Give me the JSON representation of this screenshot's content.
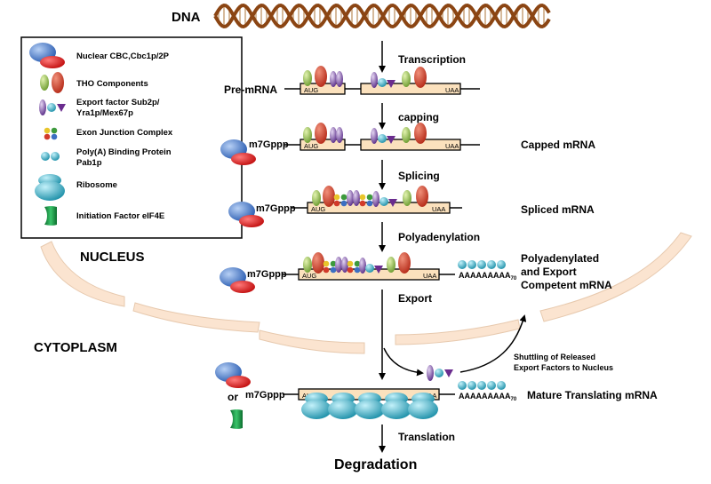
{
  "header": {
    "dna_label": "DNA"
  },
  "legend": {
    "items": [
      {
        "icon": "cbc-icon",
        "label_lines": [
          "Nuclear CBC,Cbc1p/2P"
        ]
      },
      {
        "icon": "tho-icon",
        "label_lines": [
          "THO Components"
        ]
      },
      {
        "icon": "export-factor-icon",
        "label_lines": [
          "Export factor Sub2p/",
          "Yra1p/Mex67p"
        ]
      },
      {
        "icon": "ejc-icon",
        "label_lines": [
          "Exon Junction Complex"
        ]
      },
      {
        "icon": "pab-icon",
        "label_lines": [
          "Poly(A) Binding Protein",
          "Pab1p"
        ]
      },
      {
        "icon": "ribosome-icon",
        "label_lines": [
          "Ribosome"
        ]
      },
      {
        "icon": "eif4e-icon",
        "label_lines": [
          "Initiation Factor eIF4E"
        ]
      }
    ]
  },
  "regions": {
    "nucleus": "NUCLEUS",
    "cytoplasm": "CYTOPLASM"
  },
  "steps": {
    "transcription": "Transcription",
    "capping": "capping",
    "splicing": "Splicing",
    "polyadenylation": "Polyadenylation",
    "export": "Export",
    "translation": "Translation",
    "degradation": "Degradation"
  },
  "rows": {
    "pre_mrna": {
      "left": "Pre-mRNA",
      "aug": "AUG",
      "uaa": "UAA"
    },
    "capped": {
      "cap": "m7Gppp",
      "aug": "AUG",
      "uaa": "UAA",
      "right": "Capped mRNA"
    },
    "spliced": {
      "cap": "m7Gppp",
      "aug": "AUG",
      "uaa": "UAA",
      "right": "Spliced mRNA"
    },
    "polyadenylated": {
      "cap": "m7Gppp",
      "aug": "AUG",
      "uaa": "UAA",
      "polya": "AAAAAAAAA",
      "polya_sub": "70",
      "right_lines": [
        "Polyadenylated",
        "and Export",
        "Competent mRNA"
      ]
    },
    "mature": {
      "or": "or",
      "cap": "m7Gppp",
      "aug": "AUG",
      "uaa": "UAA",
      "polya": "AAAAAAAAA",
      "polya_sub": "70",
      "right": "Mature Translating mRNA"
    }
  },
  "shuttling": {
    "lines": [
      "Shuttling of Released",
      "Export Factors to Nucleus"
    ]
  },
  "colors": {
    "dna": "#8b4513",
    "mrna_box": "#fbe1bd",
    "membrane": "#fbe4d0",
    "cbc_blue": "#4a78c6",
    "cbc_red": "#d42020",
    "tho_green": "#8cb84a",
    "tho_red": "#c83020",
    "export_purple": "#7b4d9e",
    "teal": "#3bb2c7",
    "eif4e_green": "#1e9a4a"
  }
}
